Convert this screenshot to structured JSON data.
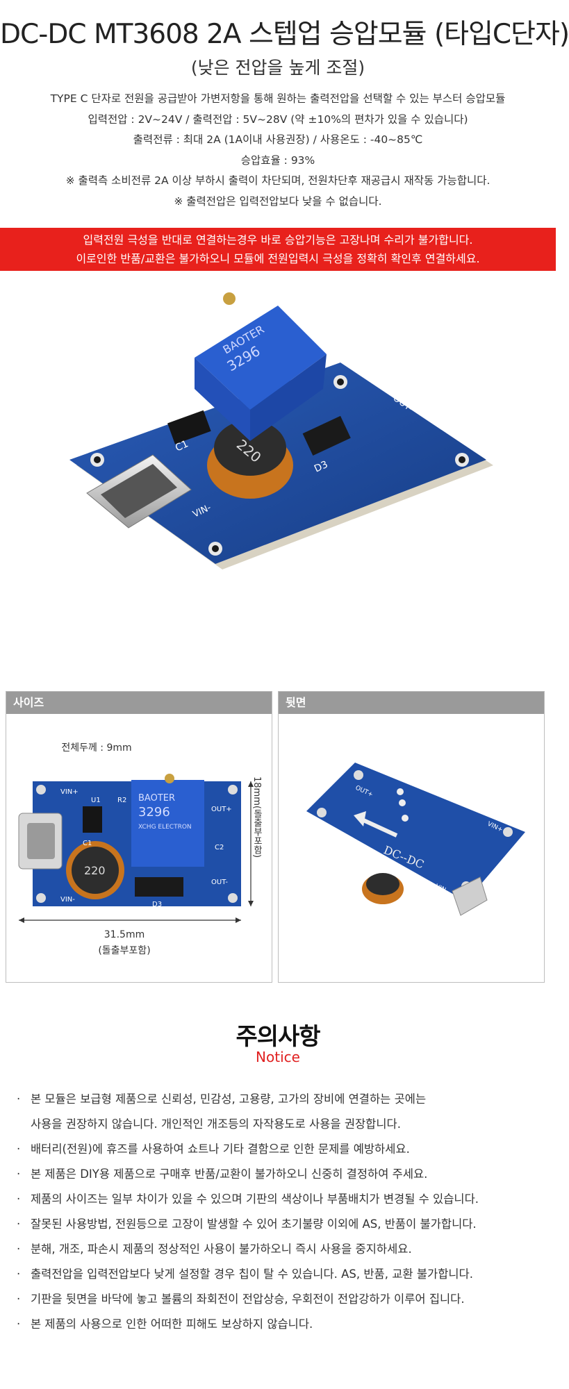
{
  "header": {
    "title": "DC-DC MT3608 2A 스텝업 승압모듈 (타입C단자)",
    "subtitle": "(낮은 전압을 높게 조절)"
  },
  "description": [
    "TYPE C 단자로 전원을 공급받아 가변저항을 통해 원하는 출력전압을 선택할 수 있는 부스터 승압모듈",
    "입력전압 : 2V~24V / 출력전압 : 5V~28V (약 ±10%의 편차가 있을 수 있습니다)",
    "출력전류 : 최대 2A (1A이내 사용권장) / 사용온도 : -40~85℃",
    "승압효율 : 93%",
    "※ 출력측 소비전류 2A 이상 부하시 출력이 차단되며, 전원차단후 재공급시 재작동 가능합니다.",
    "※ 출력전압은 입력전압보다 낮을 수 없습니다."
  ],
  "warning": [
    "입력전원 극성을 반대로 연결하는경우 바로 승압기능은 고장나며 수리가 불가합니다.",
    "이로인한 반품/교환은 불가하오니 모듈에 전원입력시 극성을 정확히 확인후 연결하세요."
  ],
  "board_labels": {
    "vin_plus": "VIN+",
    "vin_minus": "VIN-",
    "out_plus": "OUT+",
    "out_minus": "OUT-",
    "u1": "U1",
    "r2": "R2",
    "c1": "C1",
    "c2": "C2",
    "d3": "D3",
    "inductor": "220",
    "pot_brand": "BAOTER",
    "pot_model": "3296",
    "pot_maker": "XCHG ELECTRON",
    "back_logo": "DC--DC"
  },
  "size_panel": {
    "label": "사이즈",
    "thickness": "전체두께 : 9mm",
    "height": "18mm(돌출부포함)",
    "width": "31.5mm",
    "width_note": "(돌출부포함)"
  },
  "back_panel": {
    "label": "뒷면"
  },
  "notice": {
    "title": "주의사항",
    "subtitle": "Notice",
    "bullet": "·",
    "items": [
      "본 모듈은 보급형 제품으로 신뢰성, 민감성, 고용량, 고가의 장비에 연결하는 곳에는",
      "배터리(전원)에 휴즈를 사용하여 쇼트나 기타 결함으로 인한 문제를 예방하세요.",
      "본 제품은 DIY용 제품으로 구매후 반품/교환이 불가하오니 신중히 결정하여 주세요.",
      "제품의 사이즈는 일부 차이가 있을 수 있으며 기판의 색상이나 부품배치가 변경될 수 있습니다.",
      "잘못된 사용방법, 전원등으로 고장이 발생할 수 있어 초기불량 이외에 AS, 반품이 불가합니다.",
      "분해, 개조, 파손시 제품의 정상적인 사용이 불가하오니 즉시 사용을 중지하세요.",
      "출력전압을 입력전압보다 낮게 설정할 경우 칩이 탈 수 있습니다. AS, 반품, 교환 불가합니다.",
      "기판을 뒷면을 바닥에 놓고 볼륨의 좌회전이 전압상승, 우회전이 전압강하가 이루어 집니다.",
      "본 제품의 사용으로 인한 어떠한 피해도 보상하지 않습니다."
    ],
    "item0_continuation": "사용을 권장하지 않습니다. 개인적인 개조등의 자작용도로 사용을 권장합니다."
  },
  "colors": {
    "warning_bg": "#e8211c",
    "panel_header": "#9a9a9a",
    "notice_accent": "#e02020",
    "pcb_blue": "#1f4fa8",
    "pot_blue": "#2a5fd0"
  }
}
